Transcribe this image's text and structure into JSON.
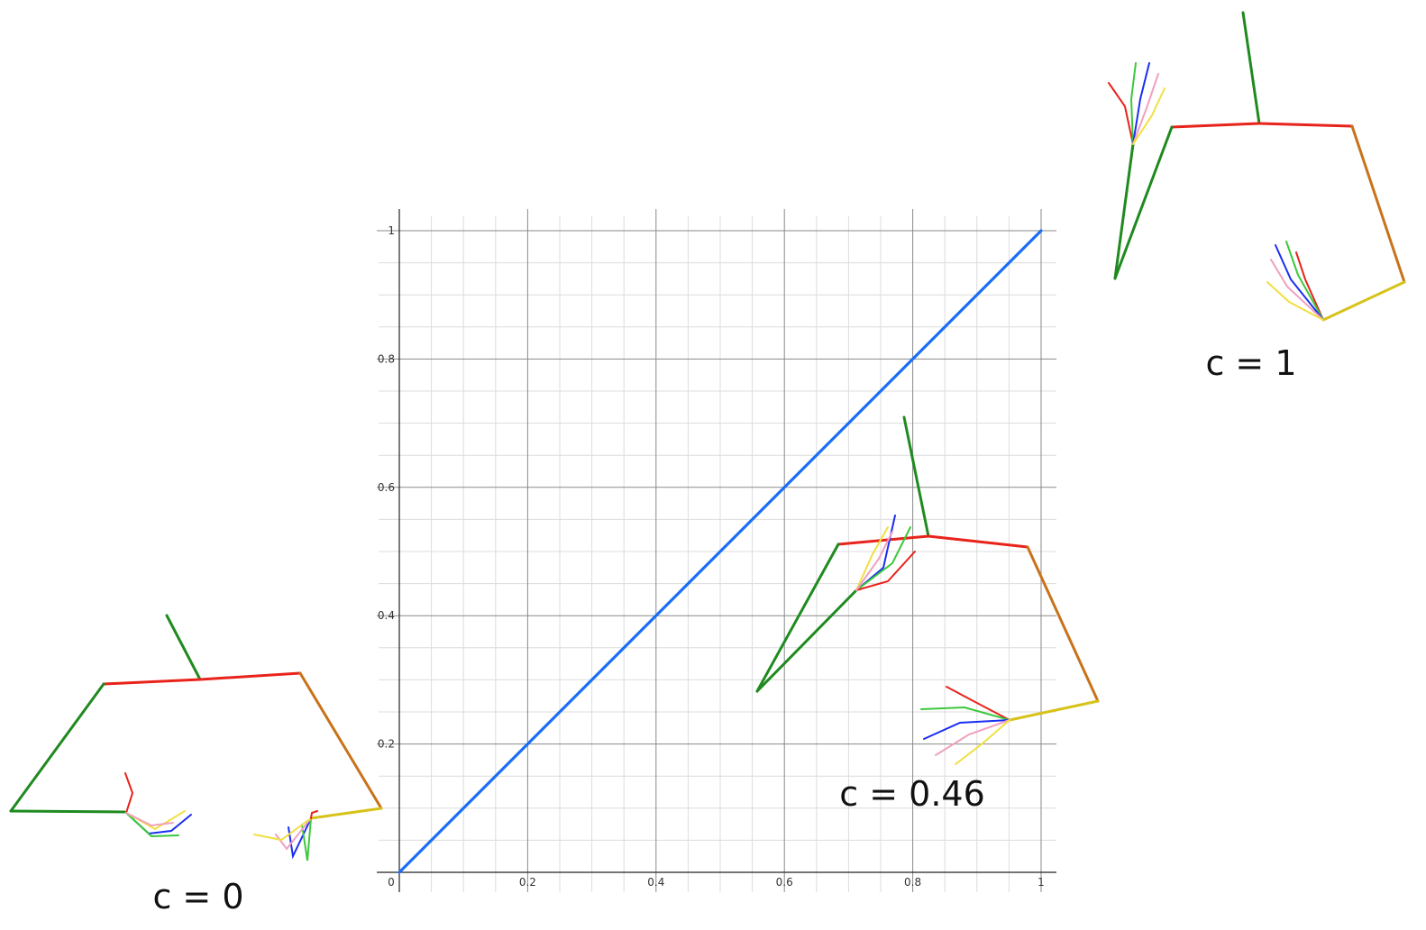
{
  "chart_data": {
    "type": "line",
    "title": "",
    "xlabel": "",
    "ylabel": "",
    "xlim": [
      0,
      1
    ],
    "ylim": [
      0,
      1
    ],
    "grid": true,
    "minor_grid": true,
    "x_ticks": [
      "0",
      "0.2",
      "0.4",
      "0.6",
      "0.8",
      "1"
    ],
    "y_ticks": [
      "0.2",
      "0.4",
      "0.6",
      "0.8",
      "1"
    ],
    "series": [
      {
        "x": [
          0,
          1
        ],
        "y": [
          0,
          1
        ],
        "color": "#1a6ef5"
      }
    ]
  },
  "pose_labels": {
    "c0": "c = 0",
    "c046": "c = 0.46",
    "c1": "c = 1"
  },
  "colors": {
    "line": "#1a6ef5",
    "grid_major": "#8a8a8a",
    "grid_minor": "#dcdcdc",
    "axis": "#222222",
    "bone_red": "#e8231b",
    "bone_green": "#1f8a1f",
    "bone_orange": "#c8721a",
    "bone_yellow": "#d6c218",
    "finger_blue": "#1a2ef0",
    "finger_green": "#3cc83c",
    "finger_pink": "#f0a0c0",
    "finger_yellow": "#f0e040",
    "finger_red": "#e8231b"
  }
}
